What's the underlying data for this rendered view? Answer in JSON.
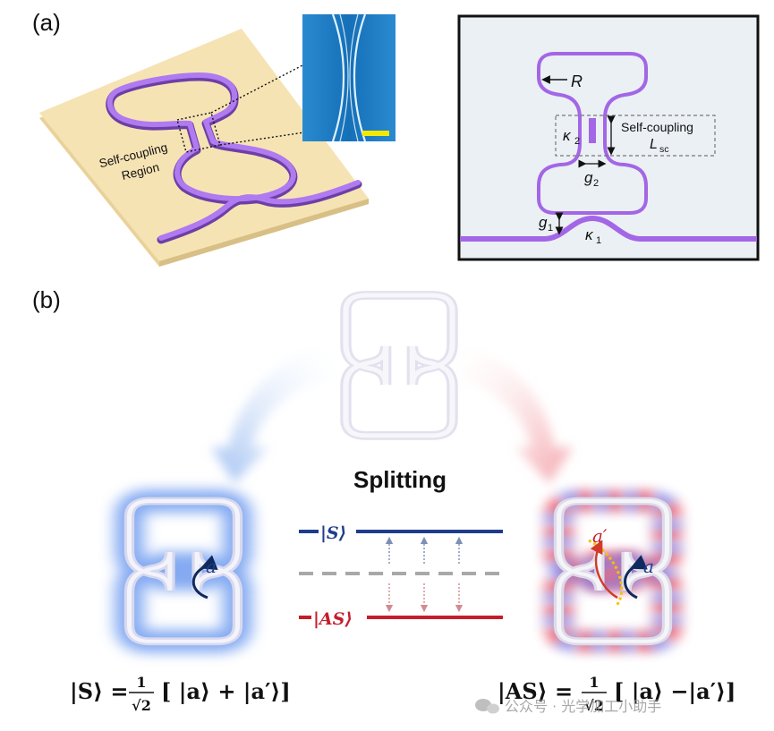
{
  "panel_a": {
    "label": "(a)",
    "region_label_line1": "Self-coupling",
    "region_label_line2": "Region",
    "schematic": {
      "radius_label": "R",
      "kappa2": "κ",
      "kappa2_sub": "2",
      "self_coupling_line1": "Self-coupling",
      "lsc": "L",
      "lsc_sub": "sc",
      "g2": "g",
      "g2_sub": "2",
      "g1": "g",
      "g1_sub": "1",
      "kappa1": "κ",
      "kappa1_sub": "1"
    }
  },
  "panel_b": {
    "label": "(b)",
    "splitting": "Splitting",
    "mode_a": "a",
    "mode_a_prime": "a′",
    "level_s": "|S⟩",
    "level_as": "|AS⟩",
    "eq_s_lhs": "|S⟩ =",
    "eq_s_rhs": "[ |a⟩ + |a′⟩]",
    "eq_as_lhs": "|AS⟩ =",
    "eq_as_rhs": "[ |a⟩ −|a′⟩]",
    "frac_num": "1",
    "frac_den": "√2"
  },
  "watermark": "公众号 · 光学加工小助手",
  "colors": {
    "waveguide": "#a366e6",
    "chip": "#f6e3b4",
    "symmetric": "#1d3d8c",
    "antisymmetric": "#c41e2a",
    "dashed": "#a8a8a8",
    "sem_bg": "#1f7fc8",
    "scale_bar": "#f5e800"
  }
}
